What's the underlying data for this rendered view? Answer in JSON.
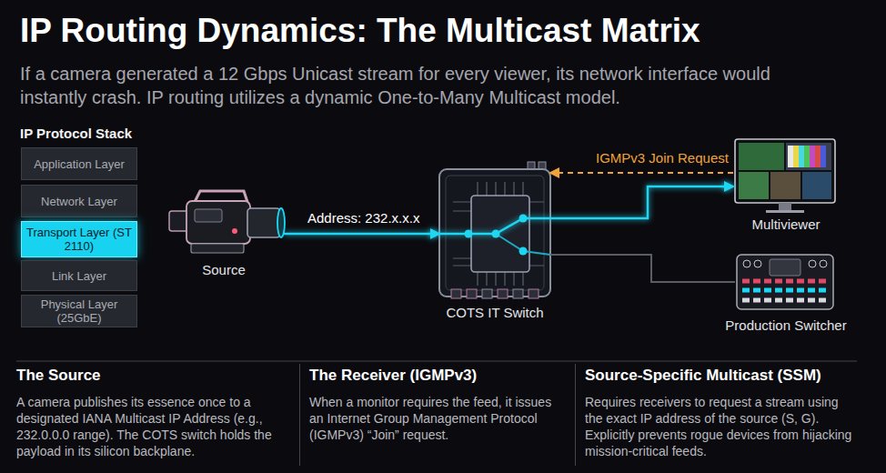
{
  "diagram": {
    "title": "IP Routing Dynamics: The Multicast Matrix",
    "nodes": [
      {
        "text": [
          "Application Layer"
        ]
      },
      {
        "text": [
          "Network Layer"
        ]
      },
      {
        "text": [
          "Transport Layer (ST 2110)"
        ]
      },
      {
        "text": [
          "Link Layer"
        ]
      },
      {
        "text": [
          "Physical Layer (25GbE)"
        ]
      },
      {
        "text": [
          "Source"
        ]
      },
      {
        "text": [
          "COTS IT Switch"
        ]
      },
      {
        "text": [
          "Multiviewer"
        ]
      },
      {
        "text": [
          "Production Switcher"
        ]
      },
      {
        "text": [
          "The Source",
          "A camera publishes its essence once to a designated IANA Multicast IP Address (e.g., 232.0.0.0 range). The COTS switch holds the payload in its silicon backplane."
        ]
      },
      {
        "text": [
          "The Receiver (IGMPv3)",
          "When a monitor requires the feed, it issues an Internet Group Management Protocol (IGMPv3) “Join” request."
        ]
      },
      {
        "text": [
          "Source-Specific Multicast (SSM)",
          "Requires receivers to request a stream using the exact IP address of the source (S, G). Explicitly prevents rogue devices from hijacking mission-critical feeds."
        ]
      }
    ],
    "edges": [
      {
        "from": 5,
        "to": 6,
        "label": "Address: 232.x.x.x",
        "arrow": "to"
      },
      {
        "from": 7,
        "to": 6,
        "label": "IGMPv3 Join Request",
        "arrow": "to"
      },
      {
        "from": 6,
        "to": 7,
        "arrow": "to"
      },
      {
        "from": 6,
        "to": 8,
        "arrow": "none"
      }
    ],
    "labels": [
      "If a camera generated a 12 Gbps Unicast stream for every viewer, its network interface would instantly crash. IP routing utilizes a dynamic One-to-Many Multicast model.",
      "IP Protocol Stack"
    ]
  }
}
